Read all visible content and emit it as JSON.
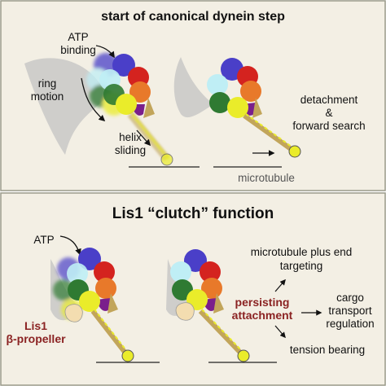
{
  "top_panel": {
    "title": "start of canonical dynein step",
    "label_atp_binding_1": "ATP",
    "label_atp_binding_2": "binding",
    "label_ring_motion_1": "ring",
    "label_ring_motion_2": "motion",
    "label_helix_sliding_1": "helix",
    "label_helix_sliding_2": "sliding",
    "label_detachment_1": "detachment",
    "label_detachment_2": "&",
    "label_detachment_3": "forward search",
    "label_microtubule": "microtubule"
  },
  "bottom_panel": {
    "title": "Lis1 “clutch” function",
    "label_atp": "ATP",
    "label_lis1_1": "Lis1",
    "label_lis1_2": "β-propeller",
    "label_persisting_1": "persisting",
    "label_persisting_2": "attachment",
    "label_plus_end_1": "microtubule plus end",
    "label_plus_end_2": "targeting",
    "label_cargo_1": "cargo",
    "label_cargo_2": "transport",
    "label_cargo_3": "regulation",
    "label_tension": "tension bearing"
  },
  "colors": {
    "panel_bg": "#f3efe4",
    "border": "#9a9a8a",
    "ring_blue": "#4a3fc8",
    "ring_red": "#d4231f",
    "ring_orange": "#e8792a",
    "ring_yellow": "#eaec2a",
    "ring_green": "#2f7a32",
    "ring_cyan": "#bfeef5",
    "linker_purple": "#7a1f8c",
    "stalk": "#c2a55a",
    "lis1": "#f3ddb0",
    "label_red": "#8b2323"
  }
}
